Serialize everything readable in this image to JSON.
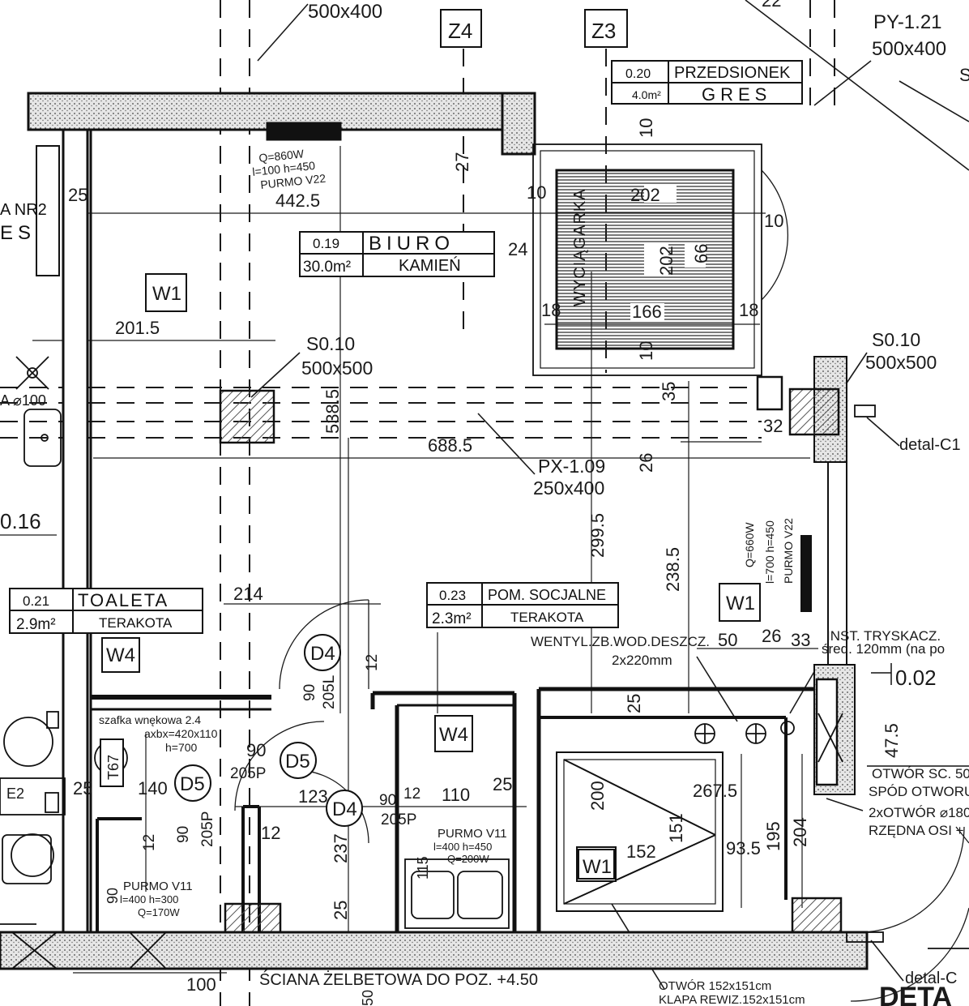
{
  "colors": {
    "ink": "#1a1a1a",
    "paper": "#ffffff",
    "hatch": "#555555",
    "wall_fill": "#d9d9d9"
  },
  "top_labels": {
    "duct_top_left": "500x400",
    "col_z4": "Z4",
    "col_z3": "Z3",
    "num_22": "22",
    "py_label": "PY-1.21",
    "py_size": "500x400",
    "edge_s": "S"
  },
  "rooms": {
    "przedsionek": {
      "num": "0.20",
      "name": "PRZEDSIONEK",
      "area": "4.0m²",
      "floor": "GRES"
    },
    "biuro": {
      "num": "0.19",
      "name": "BIURO",
      "area": "30.0m²",
      "floor": "KAMIEŃ"
    },
    "toaleta": {
      "num": "0.21",
      "name": "TOALETA",
      "area": "2.9m²",
      "floor": "TERAKOTA"
    },
    "socjalne": {
      "num": "0.23",
      "name": "POM. SOCJALNE",
      "area": "2.3m²",
      "floor": "TERAKOTA"
    },
    "left_cut": {
      "name": "A NR2",
      "floor": "ES"
    }
  },
  "radiators": {
    "top": {
      "q": "Q=860W",
      "dims": "l=100 h=450",
      "model": "PURMO V22"
    },
    "right": {
      "q": "Q=660W",
      "dims": "l=700 h=450",
      "model": "PURMO V22"
    },
    "socjalne": {
      "model": "PURMO V11",
      "dims": "l=400 h=450",
      "q": "Q=200W"
    },
    "toaleta": {
      "model": "PURMO V11",
      "dims": "l=400 h=300",
      "q": "Q=170W"
    }
  },
  "vents": {
    "so_left": {
      "label": "S0.10",
      "size": "500x500"
    },
    "so_right": {
      "label": "S0.10",
      "size": "500x500"
    },
    "px": {
      "label": "PX-1.09",
      "size": "250x400"
    }
  },
  "windows": {
    "w1_left": "W1",
    "w1_right": "W1",
    "w1_bottom": "W1",
    "w4_left": "W4",
    "w4_mid": "W4"
  },
  "doors": {
    "d4_upper": "D4",
    "d4_lower": "D4",
    "d5_left": "D5",
    "d5_right": "D5",
    "t67": "T67"
  },
  "freezer": {
    "label": "WYCIĄGARKA"
  },
  "dimensions": {
    "d25a": "25",
    "d4425": "442.5",
    "d2015": "201.5",
    "d27": "27",
    "d10a": "10",
    "d24": "24",
    "d202a": "202",
    "d202b": "202",
    "d66": "66",
    "d18a": "18",
    "d18b": "18",
    "d166": "166",
    "d10b": "10",
    "d10c": "10",
    "d10d": "10",
    "d35": "35",
    "d32": "32",
    "d5385": "538.5",
    "d6885": "688.5",
    "d26a": "26",
    "d2995": "299.5",
    "d2385": "238.5",
    "d214": "214",
    "d50": "50",
    "d26b": "26",
    "d33": "33",
    "d90a": "90",
    "d205l": "205L",
    "d12a": "12",
    "d25b": "25",
    "d90b": "90",
    "d205pa": "205P",
    "d140": "140",
    "d123": "123",
    "d90c": "90",
    "d205pb": "205P",
    "d12b": "12",
    "d12c": "12",
    "d9012": "90",
    "d12d": "12",
    "d110": "110",
    "d205pc": "205P",
    "d25c": "25",
    "d237": "237",
    "d115": "115",
    "d200": "200",
    "d2675": "267.5",
    "d152": "152",
    "d151": "151",
    "d935": "93.5",
    "d195": "195",
    "d204": "204",
    "d475": "47.5",
    "d25d": "25",
    "d25e": "25",
    "d90d": "90",
    "d100": "100",
    "d50b": "50",
    "d16": "0.16",
    "d100top": "A ⌀100"
  },
  "notes": {
    "wentyl": "WENTYL.ZB.WOD.DESZCZ.",
    "wentyl_size": "2x220mm",
    "inst": "INST. TRYSKACZ.",
    "inst_sub": "śred. 120mm (na po",
    "level": "0.02",
    "otwor1": "OTWÓR SC. 50",
    "otwor2": "SPÓD OTWORU",
    "otwor3": "2xOTWÓR ⌀180",
    "otwor4": "RZĘDNA OSI +",
    "szafka1": "szafka wnękowa 2.4",
    "szafka2": "axbx=420x110",
    "szafka3": "h=700",
    "bottom_wall": "ŚCIANA ŻELBETOWA DO POZ. +4.50",
    "klapa1": "OTWÓR 152x151cm",
    "klapa2": "KLAPA REWIZ.152x151cm",
    "detal_c1": "detal-C1",
    "detal_c2": "detal-C",
    "detal_big": "DETA",
    "left_e2": "E2"
  }
}
